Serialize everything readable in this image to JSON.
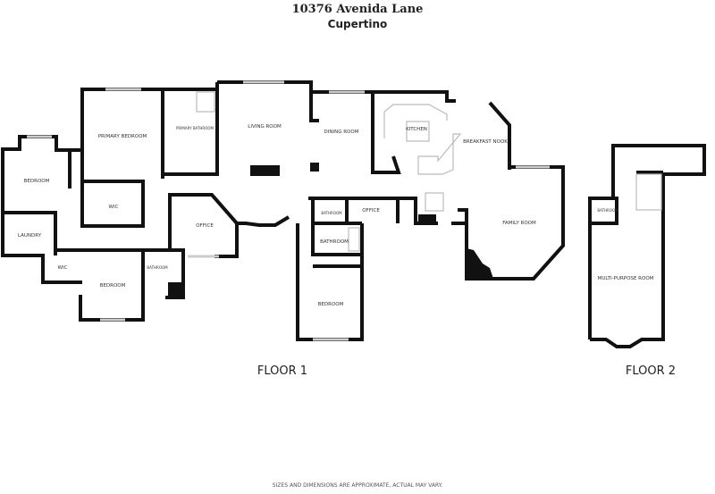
{
  "header": {
    "address": "10376 Avenida Lane",
    "city": "Cupertino"
  },
  "rooms": {
    "primary_bedroom": "PRIMARY BEDROOM",
    "primary_bathroom": "PRIMARY BATHROOM",
    "living_room": "LIVING ROOM",
    "dining_room": "DINING ROOM",
    "kitchen": "KITCHEN",
    "breakfast_nook": "BREAKFAST NOOK",
    "bedroom_west": "BEDROOM",
    "wic_1": "WIC",
    "laundry": "LAUNDRY",
    "wic_2": "WIC",
    "bedroom_south": "BEDROOM",
    "bathroom_south": "BATHROOM",
    "office_1": "OFFICE",
    "bathroom_small": "BATHROOM",
    "office_2": "OFFICE",
    "bathroom_center": "BATHROOM",
    "bedroom_center": "BEDROOM",
    "family_room": "FAMILY ROOM",
    "bathroom_floor2": "BATHROOM",
    "multi_purpose_room": "MULTI-PURPOSE ROOM"
  },
  "floors": {
    "floor1": "FLOOR 1",
    "floor2": "FLOOR 2"
  },
  "footer": "SIZES AND DIMENSIONS ARE APPROXIMATE, ACTUAL MAY VARY."
}
